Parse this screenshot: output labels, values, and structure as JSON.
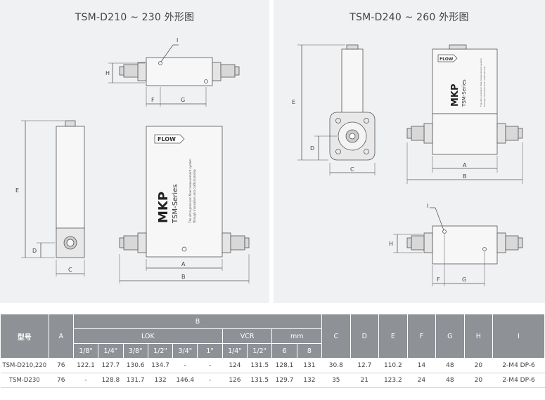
{
  "left_panel": {
    "title": "TSM-D210 ~ 230 外形图",
    "labels": {
      "I": "I",
      "H": "H",
      "F": "F",
      "G": "G",
      "E": "E",
      "D": "D",
      "C": "C",
      "A": "A",
      "B": "B"
    },
    "flow": "FLOW",
    "logo": "MKP",
    "series": "TSM-Series",
    "tagline_1": "The ultra-precision flow measurement system",
    "tagline_2": "through innovation and craftsmanship"
  },
  "right_panel": {
    "title": "TSM-D240 ~ 260 外形图",
    "labels": {
      "I": "I",
      "H": "H",
      "F": "F",
      "G": "G",
      "E": "E",
      "D": "D",
      "C": "C",
      "A": "A",
      "B": "B"
    },
    "flow": "FLOW",
    "logo": "MKP",
    "series": "TSM-Series",
    "tagline_1": "The ultra-precision flow measurement system",
    "tagline_2": "through innovation and craftsmanship"
  },
  "table": {
    "headers": {
      "model": "型号",
      "A": "A",
      "B": "B",
      "LOK": "LOK",
      "VCR": "VCR",
      "mm": "mm",
      "C": "C",
      "D": "D",
      "E": "E",
      "F": "F",
      "G": "G",
      "H": "H",
      "I": "I"
    },
    "sub_headers": [
      "1/8\"",
      "1/4\"",
      "3/8\"",
      "1/2\"",
      "3/4\"",
      "1\"",
      "1/4\"",
      "1/2\"",
      "6",
      "8"
    ],
    "rows": [
      {
        "model": "TSM-D210,220",
        "A": "76",
        "b": [
          "122.1",
          "127.7",
          "130.6",
          "134.7",
          "-",
          "-",
          "124",
          "131.5",
          "128.1",
          "131"
        ],
        "C": "30.8",
        "D": "12.7",
        "E": "110.2",
        "F": "14",
        "G": "48",
        "H": "20",
        "I": "2-M4 DP-6"
      },
      {
        "model": "TSM-D230",
        "A": "76",
        "b": [
          "-",
          "128.8",
          "131.7",
          "132",
          "146.4",
          "-",
          "126",
          "131.5",
          "129.7",
          "132"
        ],
        "C": "35",
        "D": "21",
        "E": "123.2",
        "F": "24",
        "G": "48",
        "H": "20",
        "I": "2-M4 DP-6"
      }
    ]
  }
}
